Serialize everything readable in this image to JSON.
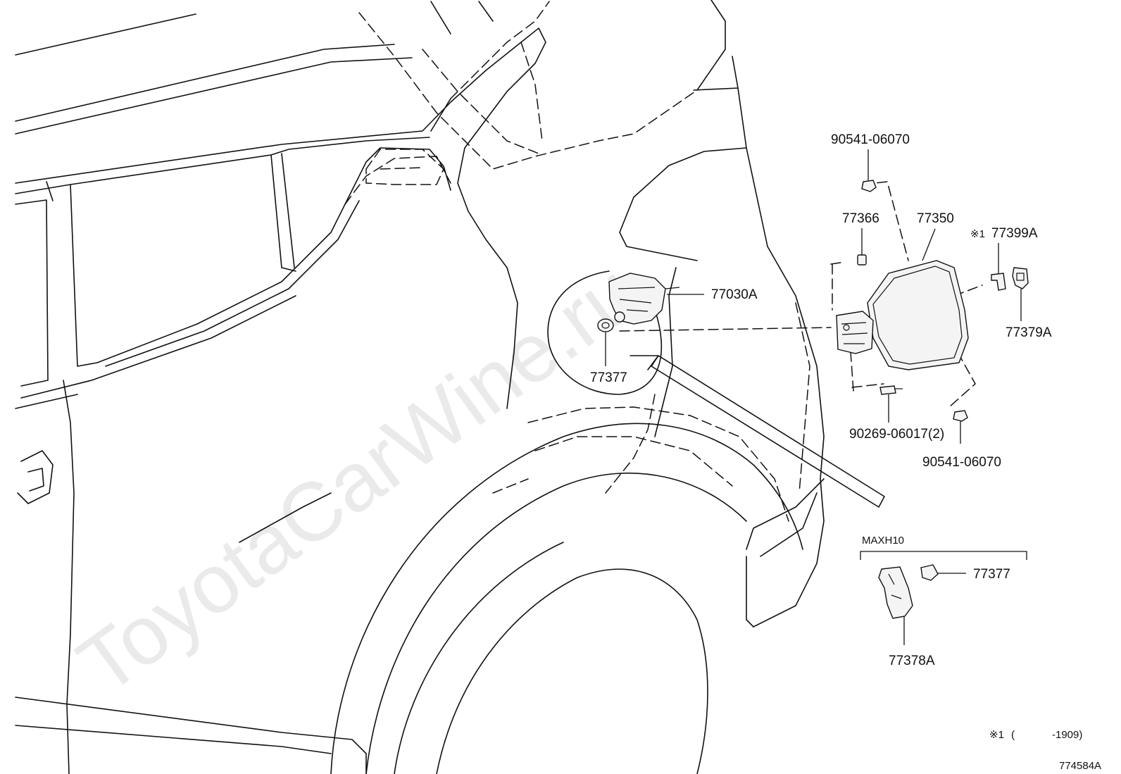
{
  "watermark": "ToyotaCarWine.ru",
  "labels": {
    "bolt_top": "90541-06070",
    "part_77366": "77366",
    "part_77350": "77350",
    "note_mark": "※1",
    "part_77399a": "77399A",
    "part_77030a": "77030A",
    "part_77379a": "77379A",
    "part_77377_left": "77377",
    "screw": "90269-06017(2)",
    "bolt_bottom": "90541-06070",
    "variant": "MAXH10",
    "part_77377_right": "77377",
    "part_77378a": "77378A"
  },
  "footnote": {
    "mark": "※1",
    "open": "(",
    "range": "-1909)"
  },
  "drawing_id": "774584A"
}
